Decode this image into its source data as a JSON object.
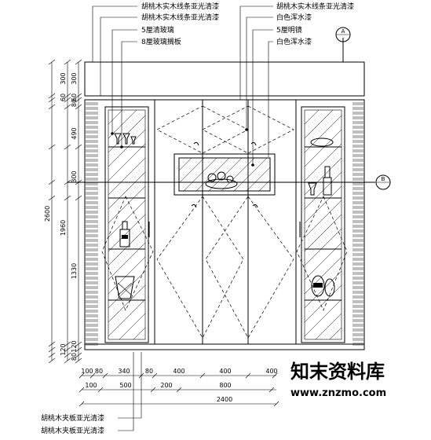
{
  "callouts_top_left": [
    "胡桃木实木线条亚光清漆",
    "胡桃木实木线条亚光清漆",
    "5厘清玻璃",
    "8厘玻璃搁板"
  ],
  "callouts_top_right": [
    "胡桃木实木线条亚光清漆",
    "白色浑水漆",
    "5厘明镜",
    "白色浑水漆"
  ],
  "callouts_bottom": [
    "胡桃木夹板亚光清漆",
    "胡桃木夹板亚光清漆"
  ],
  "section_markers": {
    "top": "A",
    "right": "B"
  },
  "dims_left_inner": [
    "300",
    "80",
    "60",
    "490",
    "300",
    "1330",
    "120",
    "80"
  ],
  "dims_left_outer": [
    "300",
    "60",
    "1960",
    "120"
  ],
  "dim_total_height": "2600",
  "dims_bottom_row1": [
    "100",
    "80",
    "340",
    "80",
    "400",
    "400",
    "400"
  ],
  "dims_bottom_row2": [
    "100",
    "500",
    "200",
    "800"
  ],
  "dim_total_width": "2400",
  "watermark": {
    "brand": "知末资料库",
    "url": "www.znzmo.com"
  }
}
